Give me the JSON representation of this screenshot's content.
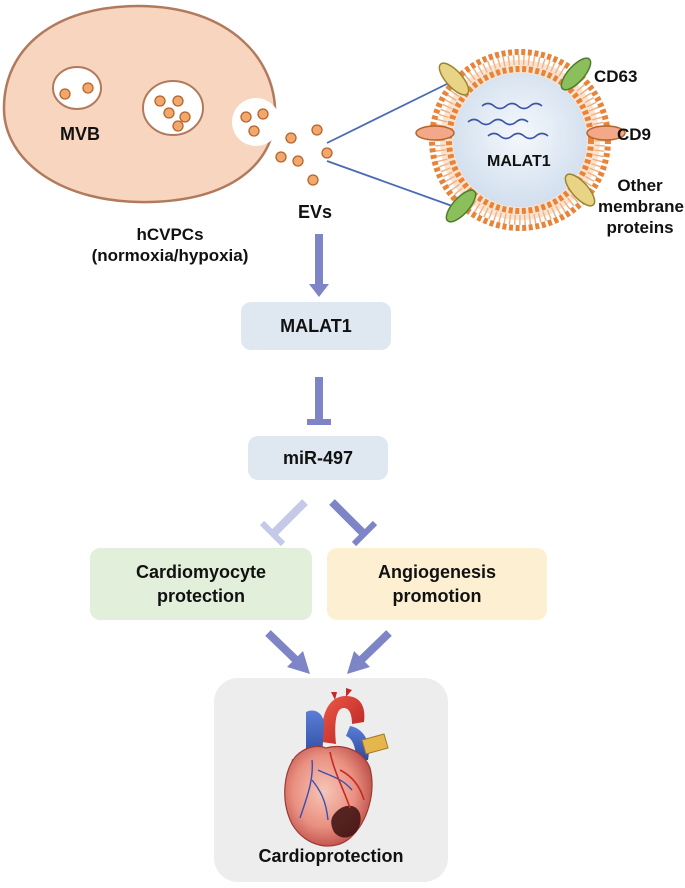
{
  "cell": {
    "mvb_label": "MVB",
    "evs_label": "EVs",
    "source_line1": "hCVPCs",
    "source_line2": "(normoxia/hypoxia)"
  },
  "vesicle": {
    "cargo_label": "MALAT1",
    "protein1": "CD63",
    "protein2": "CD9",
    "protein3_line1": "Other",
    "protein3_line2": "membrane",
    "protein3_line3": "proteins"
  },
  "pathway": {
    "step1": "MALAT1",
    "step2": "miR-497",
    "effect1_line1": "Cardiomyocyte",
    "effect1_line2": "protection",
    "effect2_line1": "Angiogenesis",
    "effect2_line2": "promotion",
    "outcome": "Cardioprotection"
  },
  "colors": {
    "cell_fill": "#f8d5bf",
    "cell_stroke": "#b27a5c",
    "vesicle_dot": "#f2a86d",
    "membrane": "#e8833a",
    "vesicle_lumen": "#dde7f3",
    "arrow": "#7d85c6",
    "step_box": "#dfe8f1",
    "effect1_box": "#e2efda",
    "effect2_box": "#fdf0d2",
    "outcome_box": "#ededed"
  }
}
